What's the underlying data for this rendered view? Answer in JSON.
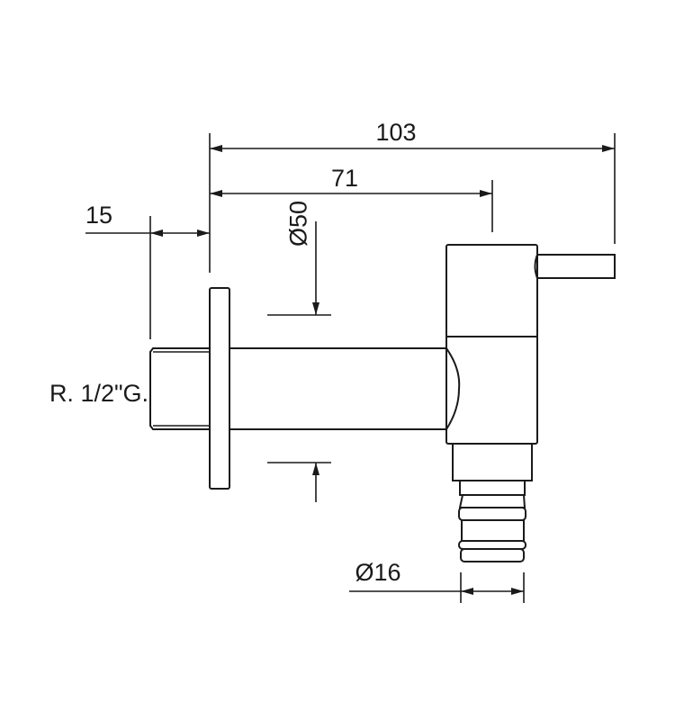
{
  "drawing": {
    "title": "Wall tap technical drawing",
    "dimensions": {
      "overall_length": "103",
      "body_offset": "71",
      "thread_length": "15",
      "flange_diameter": "Ø50",
      "nozzle_diameter": "Ø16"
    },
    "thread_label": "R. 1/2\"G."
  }
}
